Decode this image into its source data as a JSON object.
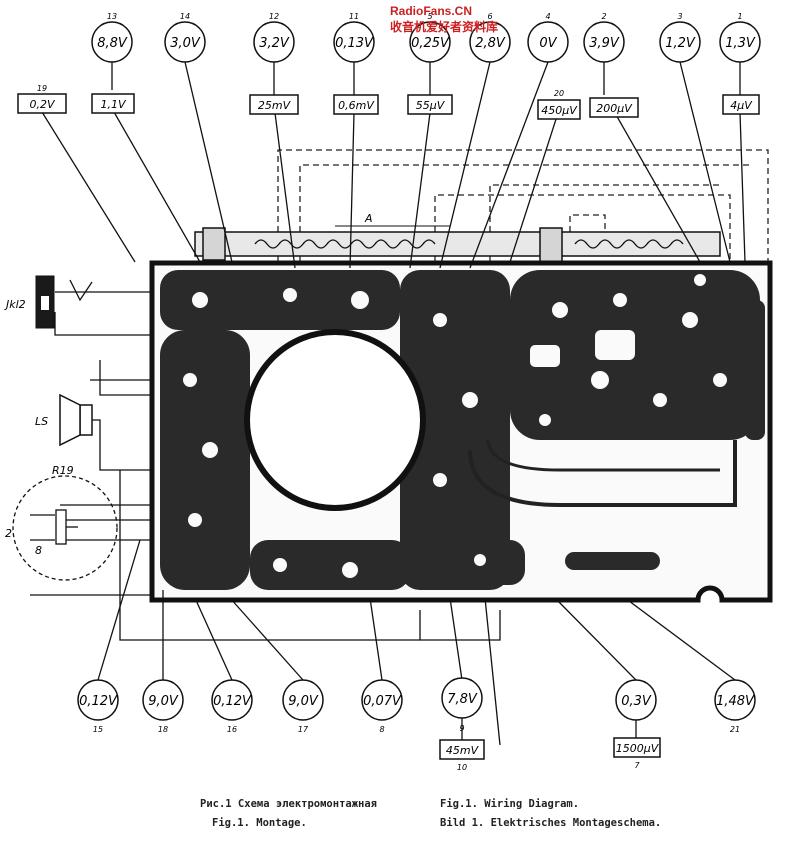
{
  "watermark": "RadioFans.CN\n收音机爱好者资料库",
  "watermark_line1": "RadioFans.CN",
  "watermark_line2": "收音机爱好者资料库",
  "top_points": [
    {
      "num": "13",
      "value": "8,8V"
    },
    {
      "num": "14",
      "value": "3,0V"
    },
    {
      "num": "12",
      "value": "3,2V"
    },
    {
      "num": "11",
      "value": "0,13V"
    },
    {
      "num": "5",
      "value": "0,25V"
    },
    {
      "num": "6",
      "value": "2,8V"
    },
    {
      "num": "4",
      "value": "0V"
    },
    {
      "num": "2",
      "value": "3,9V"
    },
    {
      "num": "3",
      "value": "1,2V"
    },
    {
      "num": "1",
      "value": "1,3V"
    }
  ],
  "top_boxes": [
    {
      "num": "19",
      "value": "0,2V"
    },
    {
      "num": "",
      "value": "1,1V"
    },
    {
      "num": "",
      "value": "25mV"
    },
    {
      "num": "",
      "value": "0,6mV"
    },
    {
      "num": "",
      "value": "55µV"
    },
    {
      "num": "20",
      "value": "450µV"
    },
    {
      "num": "",
      "value": "200µV"
    },
    {
      "num": "",
      "value": "4µV"
    }
  ],
  "bottom_points": [
    {
      "num": "15",
      "value": "0,12V"
    },
    {
      "num": "18",
      "value": "9,0V"
    },
    {
      "num": "16",
      "value": "0,12V"
    },
    {
      "num": "17",
      "value": "9,0V"
    },
    {
      "num": "8",
      "value": "0,07V"
    },
    {
      "num": "9",
      "value": "7,8V"
    },
    {
      "num": "",
      "value": "0,3V"
    },
    {
      "num": "21",
      "value": "1,48V"
    }
  ],
  "bottom_boxes": [
    {
      "num": "10",
      "value": "45mV"
    },
    {
      "num": "7",
      "value": "1500µV"
    }
  ],
  "side_labels": {
    "jack": "Jkl2",
    "speaker": "LS",
    "pot": "R19",
    "pot_pin_a": "2",
    "pot_pin_b": "8",
    "antenna": "A"
  },
  "captions": {
    "left_line1": "Рис.1 Схема электромонтажная",
    "left_line2": "Fig.1. Montage.",
    "right_line1": "Fig.1. Wiring Diagram.",
    "right_line2": "Bild 1. Elektrisches Montageschema."
  }
}
